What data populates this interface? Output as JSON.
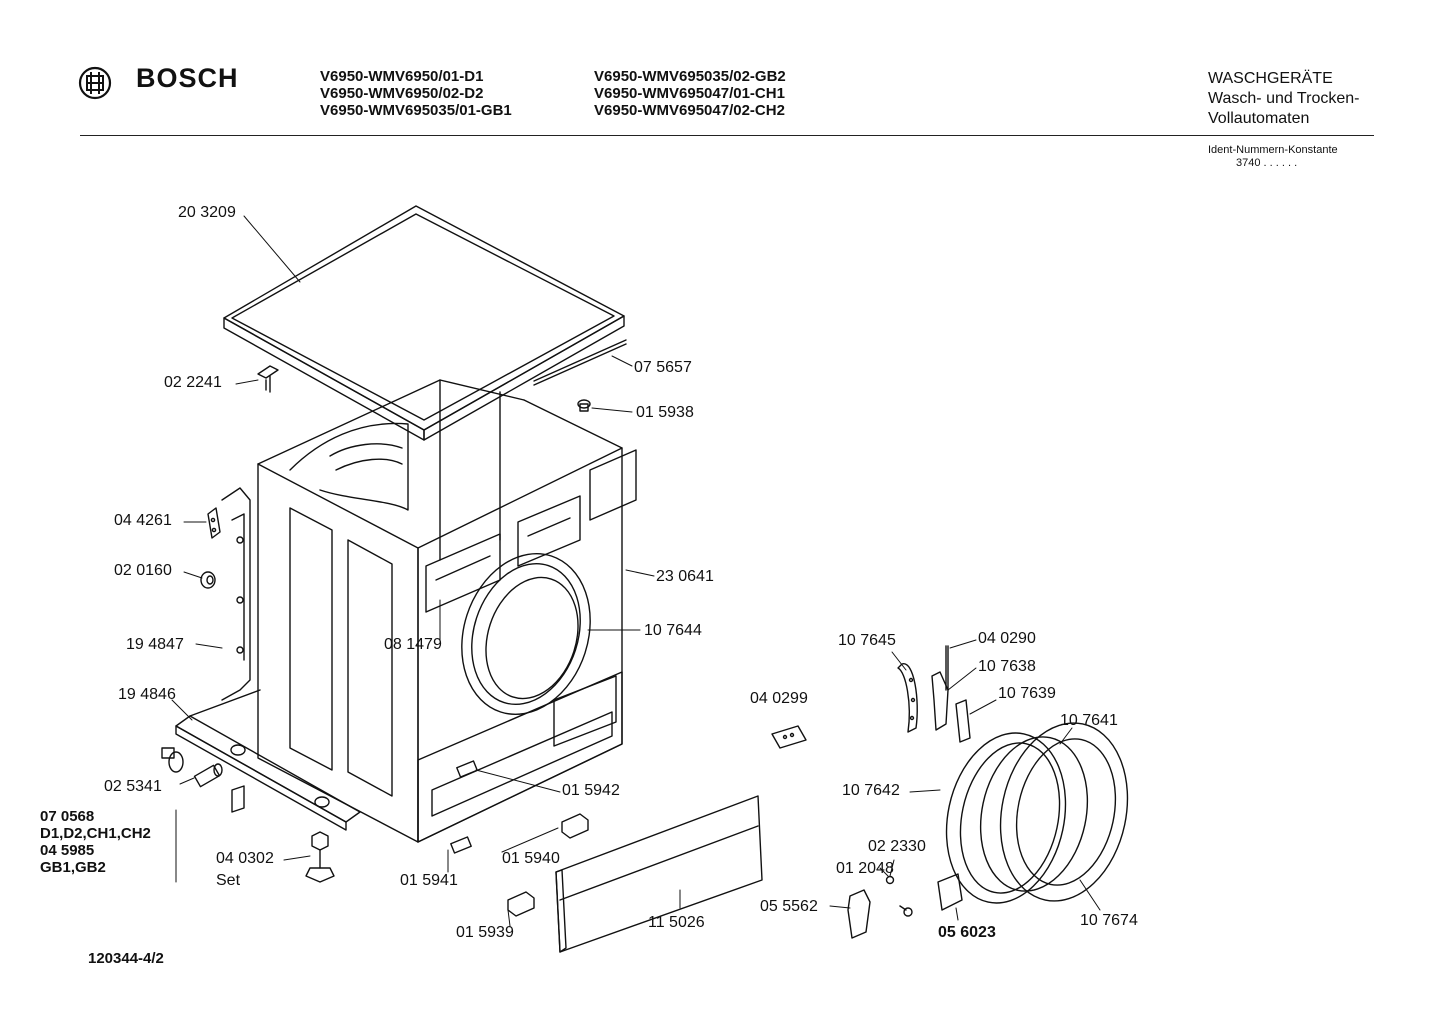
{
  "header": {
    "brand": "BOSCH",
    "models_col1": [
      "V6950-WMV6950/01-D1",
      "V6950-WMV6950/02-D2",
      "V6950-WMV695035/01-GB1"
    ],
    "models_col2": [
      "V6950-WMV695035/02-GB2",
      "V6950-WMV695047/01-CH1",
      "V6950-WMV695047/02-CH2"
    ],
    "category": [
      "WASCHGERÄTE",
      "Wasch- und Trocken-",
      "Vollautomaten"
    ],
    "ident_label": "Ident-Nummern-Konstante",
    "ident_code": "3740  . .   . . . ."
  },
  "parts": {
    "p203209": "20 3209",
    "p022241": "02 2241",
    "p075657": "07 5657",
    "p015938": "01 5938",
    "p044261": "04 4261",
    "p020160": "02 0160",
    "p230641": "23 0641",
    "p081479": "08 1479",
    "p107644": "10 7644",
    "p194847": "19 4847",
    "p194846": "19 4846",
    "p025341": "02 5341",
    "p015942": "01 5942",
    "p040302": "04 0302",
    "set": "Set",
    "p015940": "01 5940",
    "p015941": "01 5941",
    "p015939": "01 5939",
    "p115026": "11 5026",
    "p040299": "04 0299",
    "p107645": "10 7645",
    "p040290": "04 0290",
    "p107638": "10 7638",
    "p107639": "10 7639",
    "p107641": "10 7641",
    "p107642": "10 7642",
    "p022330": "02 2330",
    "p012048": "01 2048",
    "p055562": "05 5562",
    "p056023": "05 6023",
    "p107674": "10 7674"
  },
  "variants": [
    "07 0568",
    "D1,D2,CH1,CH2",
    "04 5985",
    "GB1,GB2"
  ],
  "footer": {
    "doc_number": "120344-4/2"
  },
  "colors": {
    "ink": "#111111",
    "paper": "#ffffff"
  }
}
